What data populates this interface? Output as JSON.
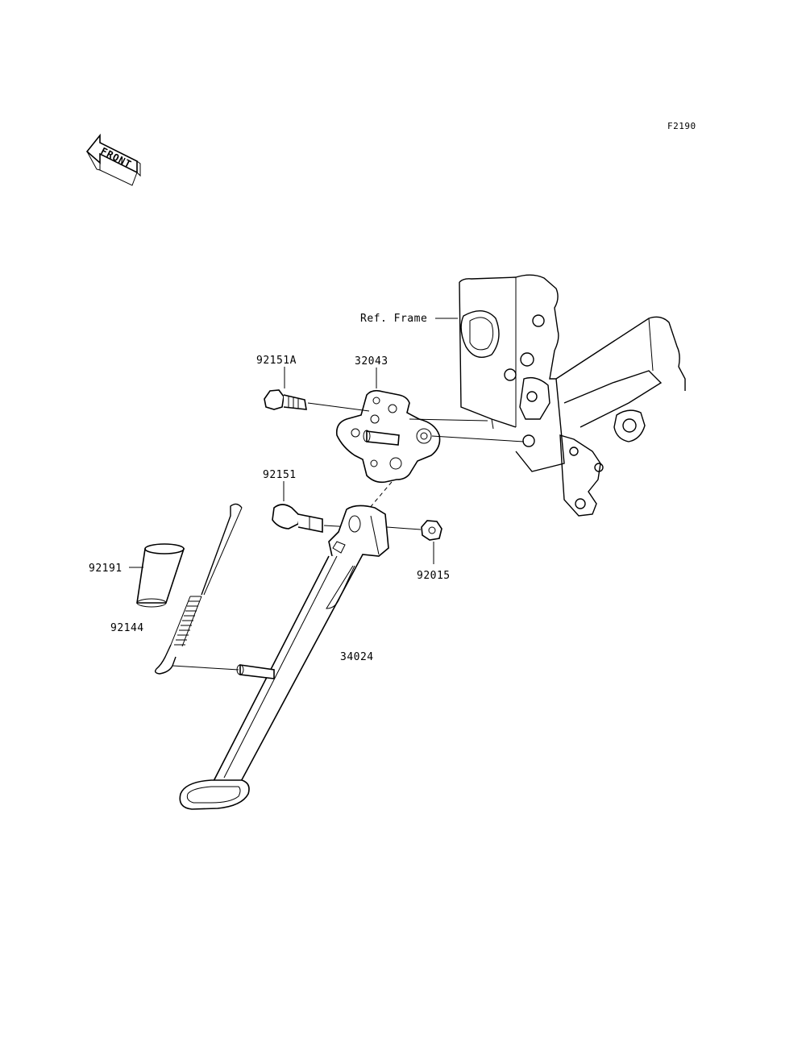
{
  "figure_id": "F2190",
  "front_indicator": "FRONT",
  "reference": "Ref. Frame",
  "parts": {
    "bolt_flanged": "92151A",
    "bracket": "32043",
    "bolt_pivot": "92151",
    "nut": "92015",
    "collar": "92191",
    "spring": "92144",
    "side_stand": "34024"
  }
}
